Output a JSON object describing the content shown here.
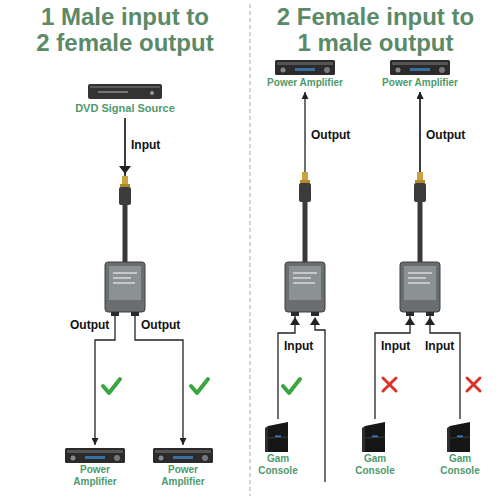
{
  "diagram": {
    "nodes": [
      {
        "text": [
          "DVD Signal Source"
        ]
      },
      {
        "text": [
          "Power Amplifier"
        ]
      },
      {
        "text": [
          "Power Amplifier"
        ]
      },
      {
        "text": [
          "Power Amplifier"
        ]
      },
      {
        "text": [
          "Power Amplifier"
        ]
      },
      {
        "text": [
          "Gam Console"
        ]
      },
      {
        "text": [
          "Gam Console"
        ]
      },
      {
        "text": [
          "Gam Console"
        ]
      }
    ],
    "edges": [
      {
        "from": 0,
        "to": 1,
        "arrow": "to"
      },
      {
        "from": 0,
        "to": 2,
        "arrow": "to"
      },
      {
        "from": 5,
        "to": 3,
        "arrow": "to"
      },
      {
        "from": 6,
        "to": 4,
        "arrow": "to"
      },
      {
        "from": 7,
        "to": 4,
        "arrow": "to"
      }
    ],
    "labels": [
      "1 Male input to 2 female output",
      "2 Female input to 1 male output",
      "Input",
      "Output",
      "Output",
      "Output",
      "Output",
      "Input",
      "Input",
      "Input"
    ]
  }
}
